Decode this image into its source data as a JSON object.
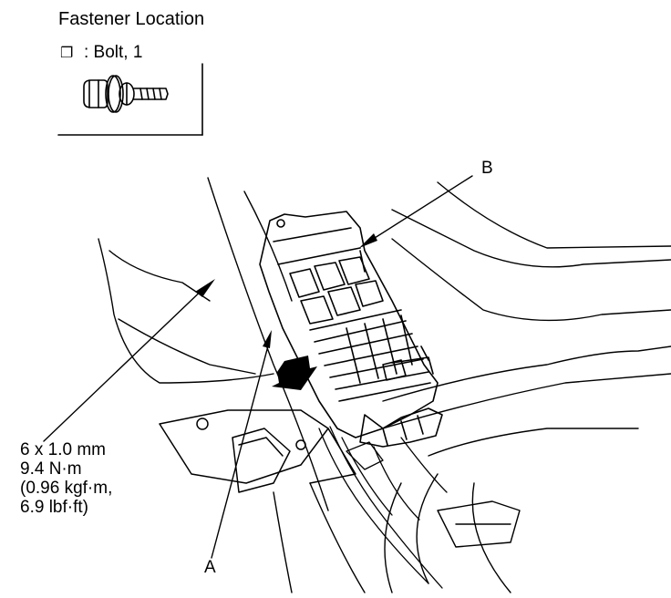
{
  "header": {
    "title": "Fastener Location"
  },
  "legend": {
    "symbol": "❐",
    "text": ": Bolt, 1",
    "icon": "flange-bolt-icon"
  },
  "callouts": {
    "a": "A",
    "b": "B"
  },
  "torque_spec": {
    "size": "6 x 1.0 mm",
    "nm": "9.4 N·m",
    "kgfm": "(0.96 kgf·m,",
    "lbfft": "6.9 lbf·ft)"
  }
}
